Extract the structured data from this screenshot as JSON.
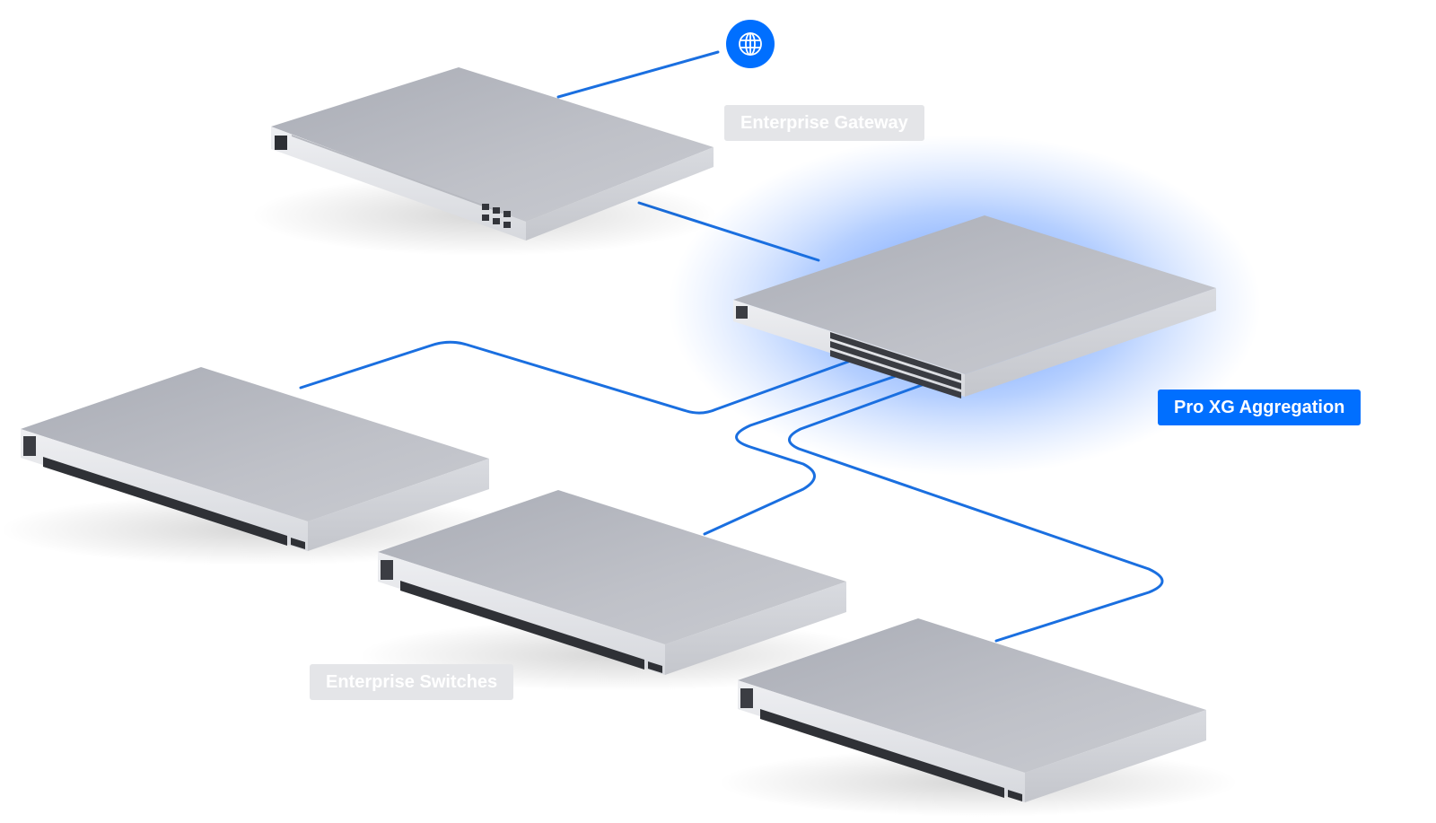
{
  "labels": {
    "gateway": "Enterprise Gateway",
    "aggregation": "Pro XG Aggregation",
    "switches": "Enterprise Switches"
  },
  "icons": {
    "internet": "globe-icon"
  },
  "colors": {
    "link": "#1a6fe0",
    "accent": "#006fff",
    "label_muted_bg": "#e4e5e8",
    "label_text": "#ffffff",
    "device_top": "#b5b7bf",
    "device_front": "#e3e4e8",
    "glow": "#4d8dff"
  },
  "devices": [
    {
      "name": "enterprise-gateway",
      "role": "gateway"
    },
    {
      "name": "pro-xg-aggregation-switch",
      "role": "aggregation"
    },
    {
      "name": "enterprise-switch-1",
      "role": "access"
    },
    {
      "name": "enterprise-switch-2",
      "role": "access"
    },
    {
      "name": "enterprise-switch-3",
      "role": "access"
    }
  ]
}
